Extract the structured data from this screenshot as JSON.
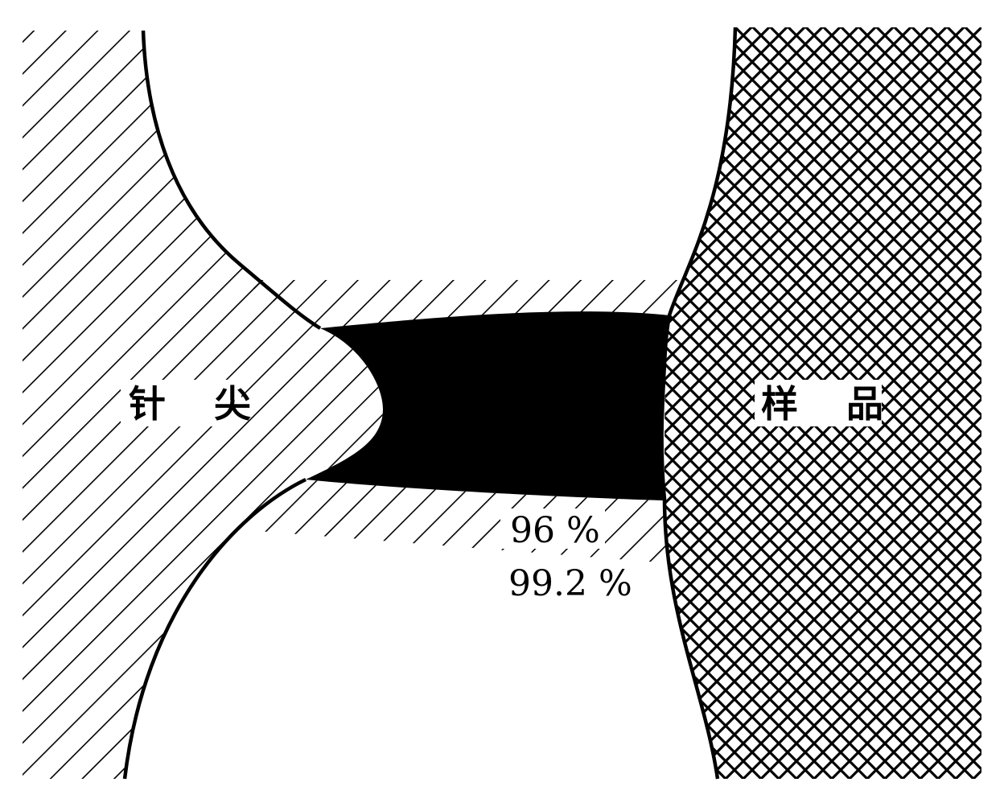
{
  "labels": {
    "tip": "针 尖",
    "sample": "样 品",
    "percent_top": "96 %",
    "percent_bottom": "99.2 %"
  },
  "colors": {
    "ink": "#000000",
    "paper": "#ffffff"
  },
  "regions": {
    "tip": "diagonal-hatch",
    "gap": "diagonal-hatch",
    "sample": "cross-hatch",
    "core": "solid-black"
  }
}
